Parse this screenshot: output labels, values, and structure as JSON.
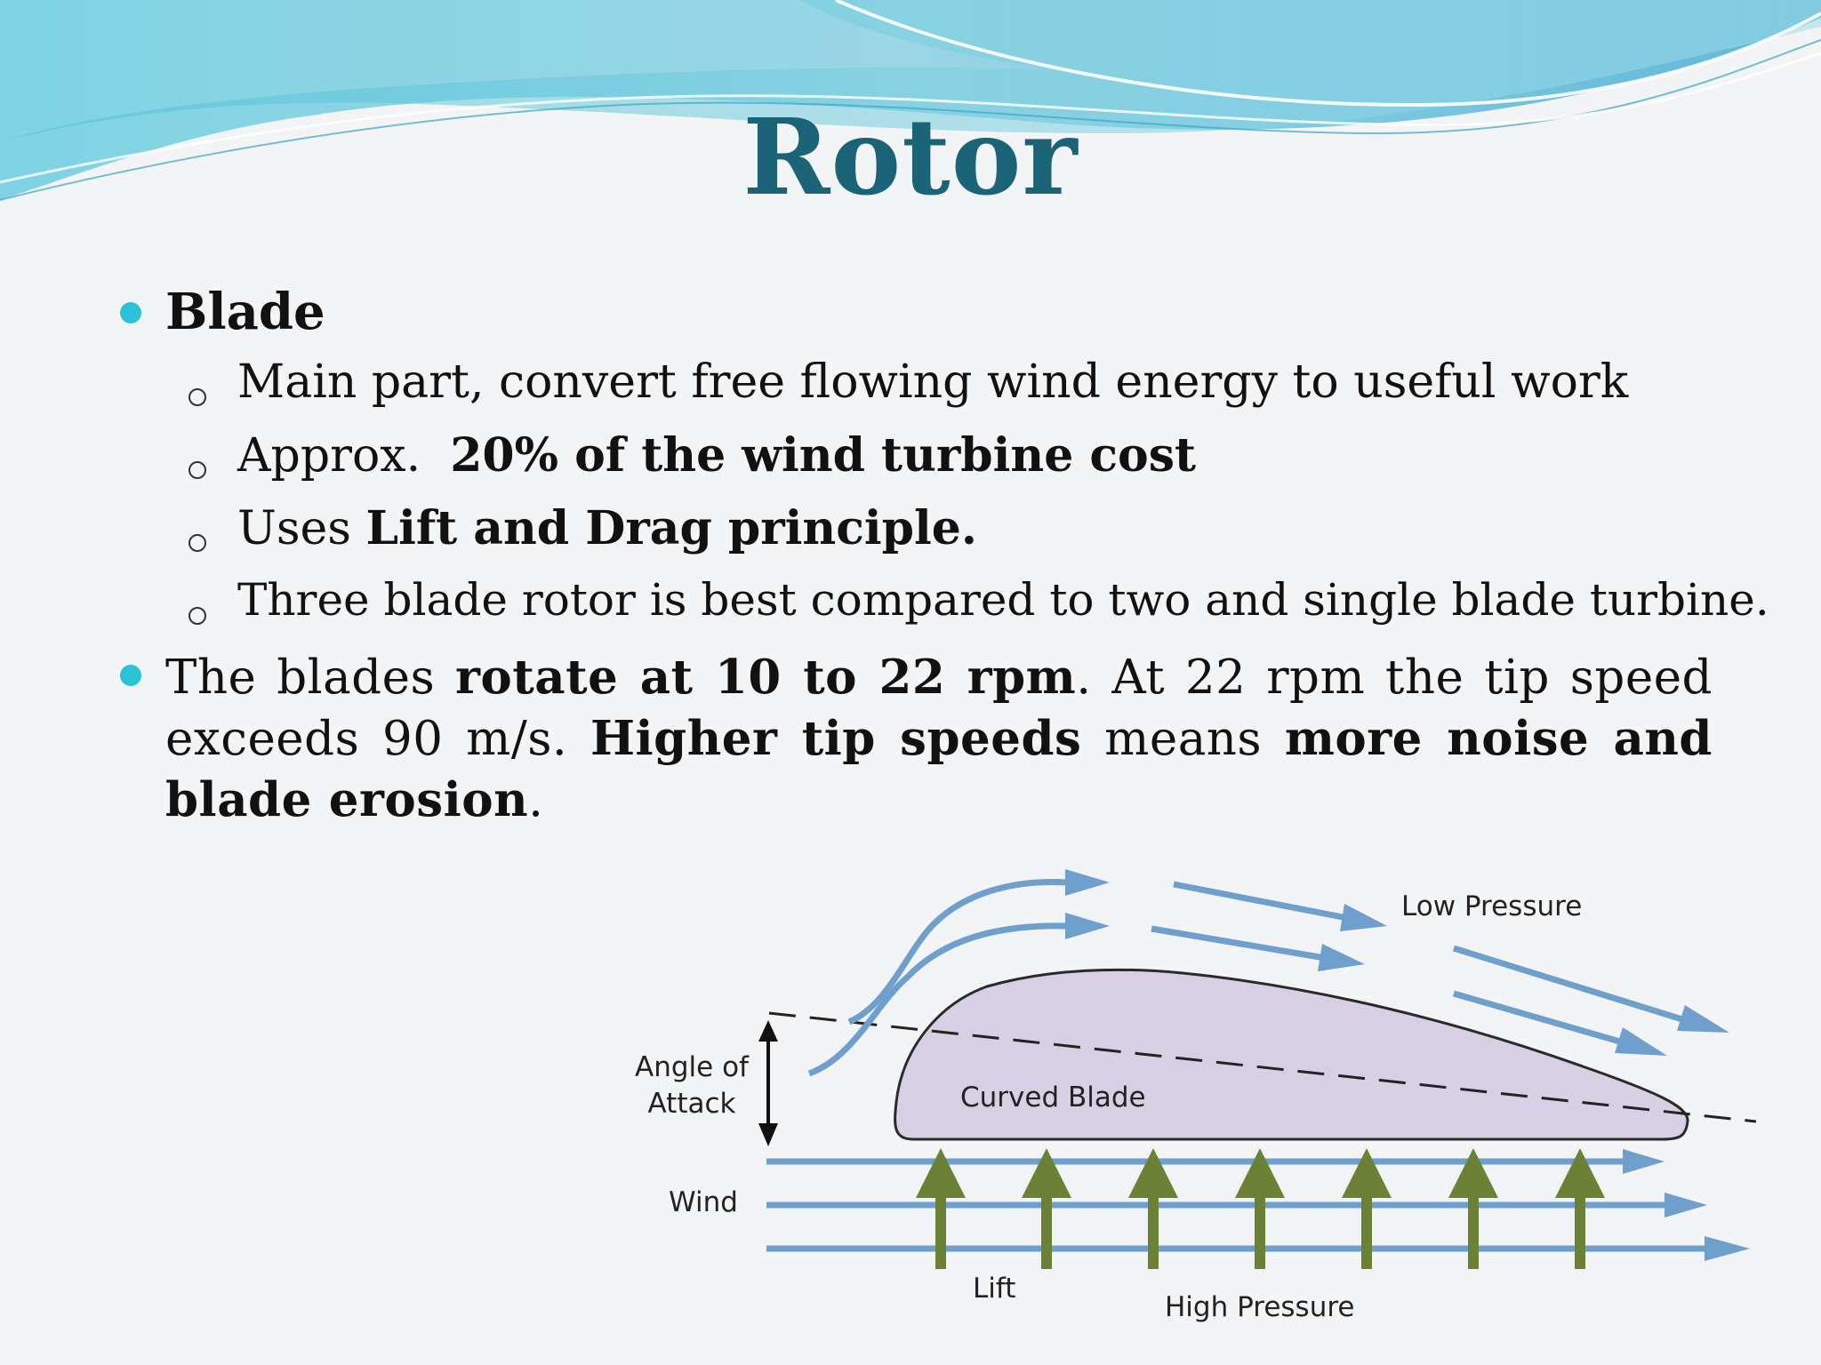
{
  "slide": {
    "title": "Rotor",
    "bullets": [
      {
        "heading": "Blade"
      }
    ],
    "sub_points": [
      {
        "text": "Main part, convert free flowing wind energy to useful work"
      },
      {
        "prefix": "Approx.  ",
        "bold": "20% of the wind turbine cost"
      },
      {
        "prefix": "Uses ",
        "bold": "Lift and Drag principle."
      },
      {
        "text": "Three blade rotor is best compared to two and single blade turbine."
      }
    ],
    "paragraph": {
      "t1": "The blades ",
      "b1": "rotate at 10 to 22 rpm",
      "t2": ". At 22 rpm the tip speed exceeds 90 m/s. ",
      "b2": "Higher tip speeds",
      "t3": " means ",
      "b3": "more noise and blade erosion",
      "t4": "."
    },
    "colors": {
      "title": "#1b6478",
      "bullet": "#2bc4d6",
      "flow_arrow": "#6f9fcc",
      "lift_arrow": "#6b8236",
      "blade_fill": "#d7d0e4"
    }
  },
  "diagram": {
    "labels": {
      "low_pressure": "Low Pressure",
      "curved_blade": "Curved Blade",
      "angle_of_attack_1": "Angle of",
      "angle_of_attack_2": "Attack",
      "wind": "Wind",
      "lift": "Lift",
      "high_pressure": "High Pressure"
    }
  }
}
